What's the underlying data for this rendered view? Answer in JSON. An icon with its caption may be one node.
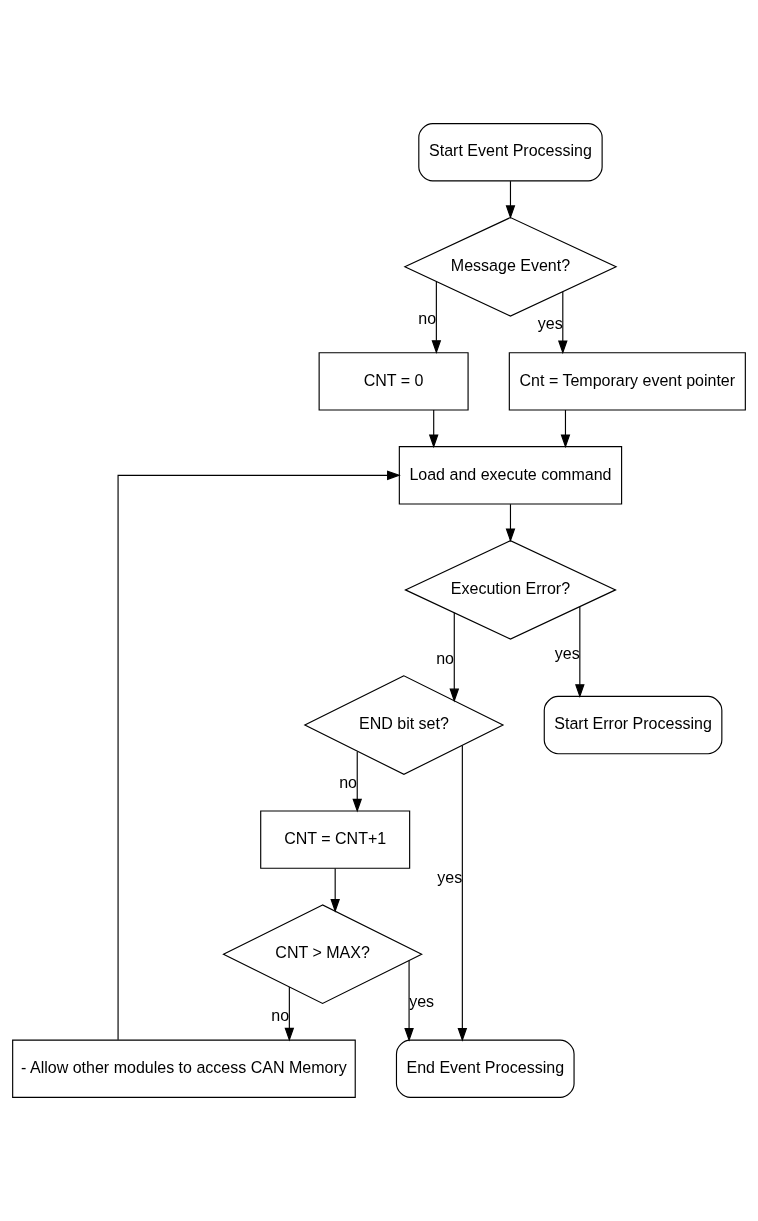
{
  "diagram": {
    "nodes": [
      {
        "text": [
          "Start Event Processing"
        ]
      },
      {
        "text": [
          "Message Event?"
        ]
      },
      {
        "text": [
          "CNT = 0"
        ]
      },
      {
        "text": [
          "Cnt = Temporary event pointer"
        ]
      },
      {
        "text": [
          "Load and execute command"
        ]
      },
      {
        "text": [
          "Execution Error?"
        ]
      },
      {
        "text": [
          "END bit set?"
        ]
      },
      {
        "text": [
          "CNT = CNT+1"
        ]
      },
      {
        "text": [
          "CNT > MAX?"
        ]
      },
      {
        "text": [
          "- Allow other modules to access CAN Memory"
        ]
      },
      {
        "text": [
          "Start Error Processing"
        ]
      },
      {
        "text": [
          "End Event Processing"
        ]
      }
    ],
    "edges": [
      {
        "from": 0,
        "to": 1,
        "arrow": "to"
      },
      {
        "from": 1,
        "to": 2,
        "arrow": "to",
        "label": "no"
      },
      {
        "from": 1,
        "to": 3,
        "arrow": "to",
        "label": "yes"
      },
      {
        "from": 2,
        "to": 4,
        "arrow": "to"
      },
      {
        "from": 3,
        "to": 4,
        "arrow": "to"
      },
      {
        "from": 9,
        "to": 4,
        "arrow": "to"
      },
      {
        "from": 4,
        "to": 5,
        "arrow": "to"
      },
      {
        "from": 5,
        "to": 10,
        "arrow": "to",
        "label": "yes"
      },
      {
        "from": 5,
        "to": 6,
        "arrow": "to",
        "label": "no"
      },
      {
        "from": 6,
        "to": 11,
        "arrow": "to",
        "label": "yes"
      },
      {
        "from": 6,
        "to": 7,
        "arrow": "to",
        "label": "no"
      },
      {
        "from": 7,
        "to": 8,
        "arrow": "to"
      },
      {
        "from": 8,
        "to": 11,
        "arrow": "to",
        "label": "yes"
      },
      {
        "from": 8,
        "to": 9,
        "arrow": "to",
        "label": "no"
      }
    ]
  }
}
